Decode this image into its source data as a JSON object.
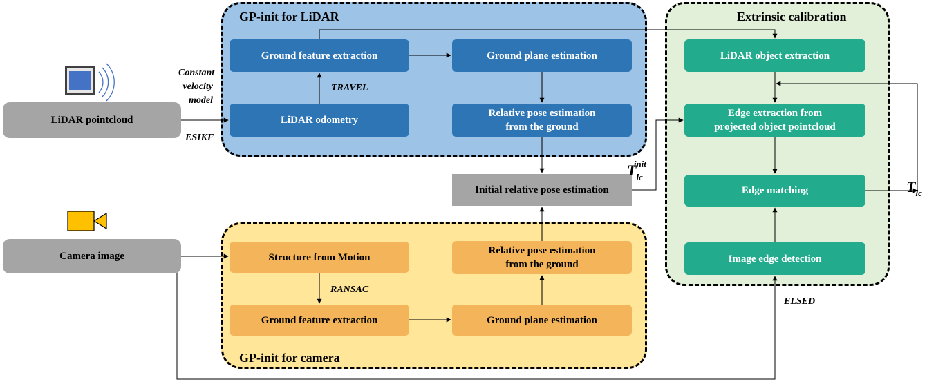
{
  "regions": {
    "lidar_title": "GP-init for LiDAR",
    "camera_title": "GP-init for camera",
    "extrinsic_title": "Extrinsic calibration"
  },
  "inputs": {
    "lidar": "LiDAR pointcloud",
    "camera": "Camera image"
  },
  "lidar_branch": {
    "ground_feature": "Ground feature extraction",
    "ground_plane": "Ground plane estimation",
    "odometry": "LiDAR odometry",
    "relative_pose": "Relative pose estimation\nfrom the ground"
  },
  "camera_branch": {
    "sfm": "Structure from Motion",
    "relative_pose": "Relative pose estimation\nfrom the ground",
    "ground_feature": "Ground feature extraction",
    "ground_plane": "Ground plane estimation"
  },
  "initial_pose": "Initial relative pose estimation",
  "extrinsic": {
    "object_extraction": "LiDAR object extraction",
    "edge_extraction": "Edge extraction from\nprojected object pointcloud",
    "edge_matching": "Edge matching",
    "image_edge": "Image edge detection"
  },
  "annotations": {
    "constant_velocity": "Constant\nvelocity\nmodel",
    "esikf": "ESIKF",
    "travel": "TRAVEL",
    "ransac": "RANSAC",
    "elsed": "ELSED",
    "t_init_base": "T",
    "t_init_sub": "lc",
    "t_init_sup": "init",
    "t_final_base": "T",
    "t_final_sub": "lc"
  },
  "colors": {
    "lidar_region": "#9dc3e6",
    "camera_region": "#ffe699",
    "extrinsic_region": "#e2f0d9",
    "lidar_box": "#2e75b6",
    "camera_box": "#f4b55a",
    "extrinsic_box": "#22ab8c",
    "input_box": "#a5a5a5",
    "lidar_icon": "#4472c4",
    "camera_icon": "#ffc000"
  },
  "icons": {
    "lidar": "lidar-sensor-icon",
    "camera": "video-camera-icon"
  }
}
